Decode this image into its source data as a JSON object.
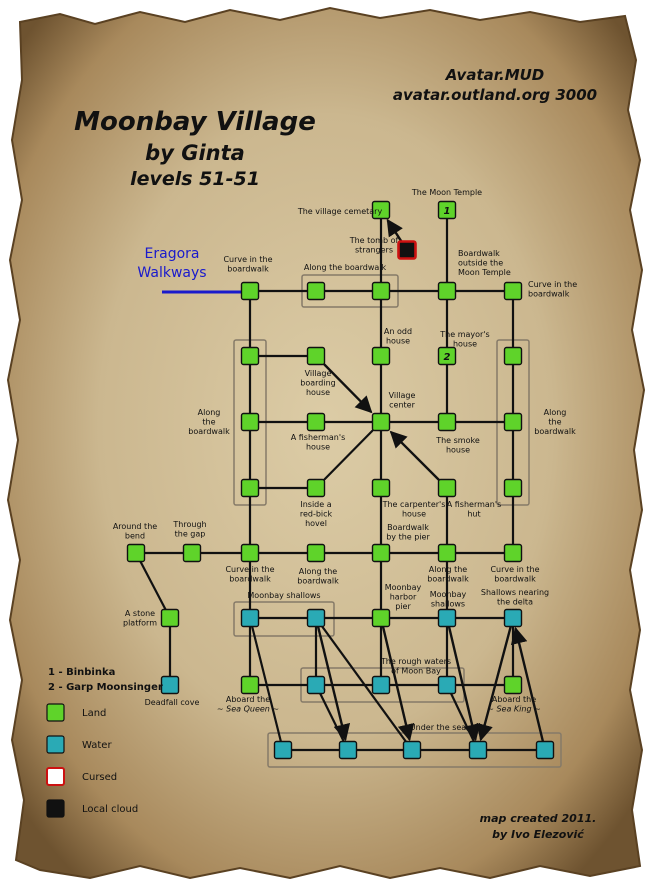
{
  "header": {
    "title": "Moonbay Village",
    "author": "by Ginta",
    "levels": "levels 51-51",
    "server_name": "Avatar.MUD",
    "server_addr": "avatar.outland.org 3000"
  },
  "exit_label": "Eragora Walkways",
  "credits": {
    "line1": "map created 2011.",
    "line2": "by Ivo Elezović"
  },
  "mobs": [
    "1 - Binbinka",
    "2 - Garp Moonsinger"
  ],
  "legend": [
    {
      "label": "Land",
      "fill": "#5fd32a",
      "stroke": "#111111"
    },
    {
      "label": "Water",
      "fill": "#2aaab5",
      "stroke": "#111111"
    },
    {
      "label": "Cursed",
      "fill": "#ffffff",
      "stroke": "#cc1111"
    },
    {
      "label": "Local cloud",
      "fill": "#111111",
      "stroke": "#111111"
    }
  ],
  "colors": {
    "land": "#5fd32a",
    "water": "#2aaab5",
    "cursed_border": "#cc1111",
    "cloud": "#111111",
    "exit_link": "#1a1acc",
    "parchment": "#cdbb95"
  },
  "rooms": [
    {
      "id": "cemetery",
      "type": "land"
    },
    {
      "id": "moon_temple",
      "type": "land",
      "num": "1"
    },
    {
      "id": "tomb",
      "type": "cloud"
    },
    {
      "id": "curve_nw",
      "type": "land"
    },
    {
      "id": "along_top_1",
      "type": "land"
    },
    {
      "id": "along_top_2",
      "type": "land"
    },
    {
      "id": "temple_walk",
      "type": "land"
    },
    {
      "id": "curve_ne",
      "type": "land"
    },
    {
      "id": "west_1",
      "type": "land"
    },
    {
      "id": "boarding_house",
      "type": "land"
    },
    {
      "id": "odd_house",
      "type": "land"
    },
    {
      "id": "mayor_house",
      "type": "land",
      "num": "2"
    },
    {
      "id": "east_1",
      "type": "land"
    },
    {
      "id": "west_2",
      "type": "land"
    },
    {
      "id": "fisher_house",
      "type": "land"
    },
    {
      "id": "village_center",
      "type": "land"
    },
    {
      "id": "smoke_house",
      "type": "land"
    },
    {
      "id": "east_2",
      "type": "land"
    },
    {
      "id": "west_3",
      "type": "land"
    },
    {
      "id": "hovel",
      "type": "land"
    },
    {
      "id": "carpenter",
      "type": "land"
    },
    {
      "id": "fisher_hut",
      "type": "land"
    },
    {
      "id": "east_3",
      "type": "land"
    },
    {
      "id": "around_bend",
      "type": "land"
    },
    {
      "id": "through_gap",
      "type": "land"
    },
    {
      "id": "curve_sw",
      "type": "land"
    },
    {
      "id": "along_bottom_1",
      "type": "land"
    },
    {
      "id": "pier_walk",
      "type": "land"
    },
    {
      "id": "along_bottom_2",
      "type": "land"
    },
    {
      "id": "curve_se",
      "type": "land"
    },
    {
      "id": "stone_platform",
      "type": "land"
    },
    {
      "id": "deadfall_cove",
      "type": "water"
    },
    {
      "id": "shallows_1",
      "type": "water"
    },
    {
      "id": "shallows_2",
      "type": "water"
    },
    {
      "id": "harbor_pier",
      "type": "land"
    },
    {
      "id": "shallows_3",
      "type": "water"
    },
    {
      "id": "shallows_delta",
      "type": "water"
    },
    {
      "id": "sea_queen",
      "type": "land"
    },
    {
      "id": "rough_1",
      "type": "water"
    },
    {
      "id": "rough_2",
      "type": "water"
    },
    {
      "id": "rough_3",
      "type": "water"
    },
    {
      "id": "sea_king",
      "type": "land"
    },
    {
      "id": "under_1",
      "type": "water"
    },
    {
      "id": "under_2",
      "type": "water"
    },
    {
      "id": "under_3",
      "type": "water"
    },
    {
      "id": "under_4",
      "type": "water"
    },
    {
      "id": "under_5",
      "type": "water"
    }
  ],
  "links": [
    [
      "cemetery",
      "along_top_2"
    ],
    [
      "moon_temple",
      "temple_walk"
    ],
    [
      "curve_nw",
      "along_top_1"
    ],
    [
      "along_top_1",
      "along_top_2"
    ],
    [
      "along_top_2",
      "temple_walk"
    ],
    [
      "temple_walk",
      "curve_ne"
    ],
    [
      "curve_nw",
      "west_1"
    ],
    [
      "west_1",
      "west_2"
    ],
    [
      "west_2",
      "west_3"
    ],
    [
      "west_3",
      "curve_sw"
    ],
    [
      "curve_ne",
      "east_1"
    ],
    [
      "east_1",
      "east_2"
    ],
    [
      "east_2",
      "east_3"
    ],
    [
      "east_3",
      "curve_se"
    ],
    [
      "along_top_2",
      "odd_house"
    ],
    [
      "odd_house",
      "village_center"
    ],
    [
      "temple_walk",
      "mayor_house"
    ],
    [
      "mayor_house",
      "smoke_house"
    ],
    [
      "west_1",
      "boarding_house"
    ],
    [
      "west_2",
      "fisher_house"
    ],
    [
      "west_3",
      "hovel"
    ],
    [
      "fisher_house",
      "village_center"
    ],
    [
      "hovel",
      "village_center"
    ],
    [
      "smoke_house",
      "east_2"
    ],
    [
      "smoke_house",
      "village_center"
    ],
    [
      "village_center",
      "carpenter"
    ],
    [
      "carpenter",
      "pier_walk"
    ],
    [
      "fisher_hut",
      "along_bottom_2"
    ],
    [
      "around_bend",
      "through_gap"
    ],
    [
      "through_gap",
      "curve_sw"
    ],
    [
      "curve_sw",
      "along_bottom_1"
    ],
    [
      "along_bottom_1",
      "pier_walk"
    ],
    [
      "pier_walk",
      "along_bottom_2"
    ],
    [
      "along_bottom_2",
      "curve_se"
    ],
    [
      "around_bend",
      "stone_platform"
    ],
    [
      "stone_platform",
      "deadfall_cove"
    ],
    [
      "pier_walk",
      "harbor_pier"
    ],
    [
      "along_bottom_2",
      "shallows_3"
    ],
    [
      "curve_sw",
      "shallows_1"
    ],
    [
      "shallows_1",
      "shallows_2"
    ],
    [
      "shallows_2",
      "harbor_pier"
    ],
    [
      "harbor_pier",
      "shallows_3"
    ],
    [
      "shallows_3",
      "shallows_delta"
    ],
    [
      "shallows_1",
      "sea_queen"
    ],
    [
      "shallows_2",
      "rough_1"
    ],
    [
      "harbor_pier",
      "rough_2"
    ],
    [
      "shallows_3",
      "rough_3"
    ],
    [
      "shallows_delta",
      "sea_king"
    ],
    [
      "sea_queen",
      "rough_1"
    ],
    [
      "rough_1",
      "rough_2"
    ],
    [
      "rough_2",
      "rough_3"
    ],
    [
      "rough_3",
      "sea_king"
    ],
    [
      "under_1",
      "under_2"
    ],
    [
      "under_2",
      "under_3"
    ],
    [
      "under_3",
      "under_4"
    ],
    [
      "under_4",
      "under_5"
    ],
    [
      "shallows_1",
      "under_1"
    ],
    [
      "rough_1",
      "under_2"
    ],
    [
      "shallows_2",
      "under_3"
    ],
    [
      "rough_3",
      "under_4"
    ]
  ],
  "arrows": [
    [
      "tomb",
      "cemetery"
    ],
    [
      "boarding_house",
      "village_center"
    ],
    [
      "fisher_hut",
      "village_center"
    ],
    [
      "shallows_2",
      "under_2"
    ],
    [
      "harbor_pier",
      "under_3"
    ],
    [
      "shallows_3",
      "under_4"
    ],
    [
      "shallows_delta",
      "under_4"
    ],
    [
      "under_5",
      "shallows_delta"
    ]
  ],
  "labels": [
    {
      "id": "l_cemetery",
      "lines": [
        "The village cemetary"
      ]
    },
    {
      "id": "l_temple",
      "lines": [
        "The Moon Temple"
      ]
    },
    {
      "id": "l_tomb",
      "lines": [
        "The tomb of",
        "strangers"
      ]
    },
    {
      "id": "l_curve_nw",
      "lines": [
        "Curve in the",
        "boardwalk"
      ]
    },
    {
      "id": "l_along_top",
      "lines": [
        "Along the boardwalk"
      ]
    },
    {
      "id": "l_temple_walk",
      "lines": [
        "Boardwalk",
        "outside the",
        "Moon Temple"
      ]
    },
    {
      "id": "l_curve_ne",
      "lines": [
        "Curve in the",
        "boardwalk"
      ]
    },
    {
      "id": "l_odd",
      "lines": [
        "An odd",
        "house"
      ]
    },
    {
      "id": "l_mayor",
      "lines": [
        "The mayor's",
        "house"
      ]
    },
    {
      "id": "l_boarding",
      "lines": [
        "Village",
        "boarding",
        "house"
      ]
    },
    {
      "id": "l_center",
      "lines": [
        "Village",
        "center"
      ]
    },
    {
      "id": "l_along_w",
      "lines": [
        "Along",
        "the",
        "boardwalk"
      ]
    },
    {
      "id": "l_along_e",
      "lines": [
        "Along",
        "the",
        "boardwalk"
      ]
    },
    {
      "id": "l_fisher_house",
      "lines": [
        "A fisherman's",
        "house"
      ]
    },
    {
      "id": "l_smoke",
      "lines": [
        "The smoke",
        "house"
      ]
    },
    {
      "id": "l_hovel",
      "lines": [
        "Inside a",
        "red-bick",
        "hovel"
      ]
    },
    {
      "id": "l_carpenter",
      "lines": [
        "The carpenter's",
        "house"
      ]
    },
    {
      "id": "l_fisher_hut",
      "lines": [
        "A fisherman's",
        "hut"
      ]
    },
    {
      "id": "l_pier_walk",
      "lines": [
        "Boardwalk",
        "by the pier"
      ]
    },
    {
      "id": "l_bend",
      "lines": [
        "Around the",
        "bend"
      ]
    },
    {
      "id": "l_gap",
      "lines": [
        "Through",
        "the gap"
      ]
    },
    {
      "id": "l_curve_sw",
      "lines": [
        "Curve in the",
        "boardwalk"
      ]
    },
    {
      "id": "l_along_b1",
      "lines": [
        "Along the",
        "boardwalk"
      ]
    },
    {
      "id": "l_along_b2",
      "lines": [
        "Along the",
        "boardwalk"
      ]
    },
    {
      "id": "l_curve_se",
      "lines": [
        "Curve in the",
        "boardwalk"
      ]
    },
    {
      "id": "l_harbor",
      "lines": [
        "Moonbay",
        "harbor",
        "pier"
      ]
    },
    {
      "id": "l_shallows_w",
      "lines": [
        "Moonbay shallows"
      ]
    },
    {
      "id": "l_shallows_m",
      "lines": [
        "Moonbay",
        "shallows"
      ]
    },
    {
      "id": "l_delta",
      "lines": [
        "Shallows nearing",
        "the delta"
      ]
    },
    {
      "id": "l_stone",
      "lines": [
        "A stone",
        "platform"
      ]
    },
    {
      "id": "l_deadfall",
      "lines": [
        "Deadfall cove"
      ]
    },
    {
      "id": "l_rough",
      "lines": [
        "The rough waters",
        "of Moon Bay"
      ]
    },
    {
      "id": "l_queen",
      "lines": [
        "Aboard the",
        "~ Sea Queen ~"
      ]
    },
    {
      "id": "l_king",
      "lines": [
        "Aboard the",
        "~ Sea King ~"
      ]
    },
    {
      "id": "l_under",
      "lines": [
        "Under the sea"
      ]
    }
  ]
}
